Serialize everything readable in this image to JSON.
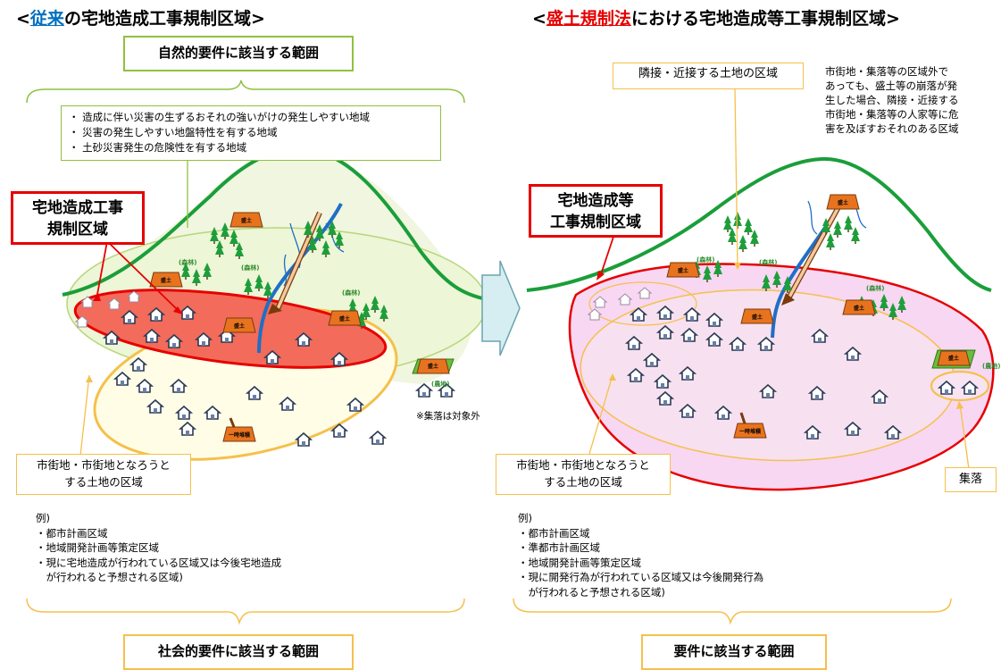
{
  "left": {
    "title_prefix": "<",
    "title_highlight": "従来",
    "title_suffix": "の宅地造成工事規制区域>",
    "natural_box": "自然的要件に該当する範囲",
    "criteria": [
      "・ 造成に伴い災害の生ずるおそれの強いがけの発生しやすい地域",
      "・ 災害の発生しやすい地盤特性を有する地域",
      "・ 土砂災害発生の危険性を有する地域"
    ],
    "zone_label_line1": "宅地造成工事",
    "zone_label_line2": "規制区域",
    "urban_box_line1": "市街地・市街地となろうと",
    "urban_box_line2": "する土地の区域",
    "examples_heading": "例)",
    "examples": [
      "・都市計画区域",
      "・地域開発計画等策定区域",
      "・現に宅地造成が行われている区域又は今後宅地造成",
      "　が行われると予想される区域)"
    ],
    "farmland_label": "(農地)",
    "village_note": "※集落は対象外",
    "social_box": "社会的要件に該当する範囲"
  },
  "right": {
    "title_prefix": "<",
    "title_highlight": "盛土規制法",
    "title_suffix": "における宅地造成等工事規制区域>",
    "adjacent_box": "隣接・近接する土地の区域",
    "adjacent_desc": [
      "市街地・集落等の区域外で",
      "あっても、盛土等の崩落が発",
      "生した場合、隣接・近接する",
      "市街地・集落等の人家等に危",
      "害を及ぼすおそれのある区域"
    ],
    "zone_label_line1": "宅地造成等",
    "zone_label_line2": "工事規制区域",
    "urban_box_line1": "市街地・市街地となろうと",
    "urban_box_line2": "する土地の区域",
    "village_box": "集落",
    "farmland_label": "(農地)",
    "examples_heading": "例)",
    "examples": [
      "・都市計画区域",
      "・準都市計画区域",
      "・地域開発計画等策定区域",
      "・現に開発行為が行われている区域又は今後開発行為",
      "　が行われると予想される区域)"
    ],
    "requirement_box": "要件に該当する範囲"
  },
  "map_labels": {
    "forest": "(森林)",
    "fill": "盛土",
    "temporary_pile": "一時堆積"
  },
  "colors": {
    "natural_green": "#8fc13f",
    "mountain_green": "#1a9e3a",
    "regulated_red": "#e60000",
    "urban_yellow": "#f5c04b",
    "fill_orange": "#e8731f",
    "river_blue": "#1f6fc5"
  }
}
